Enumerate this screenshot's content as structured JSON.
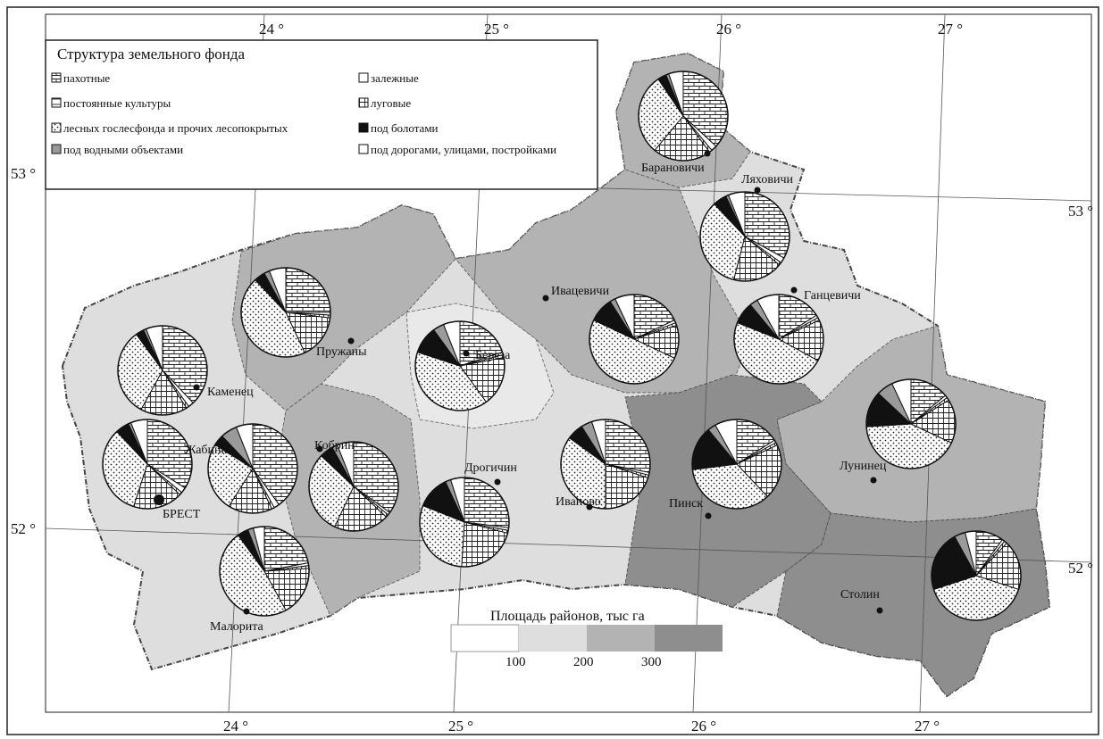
{
  "legend": {
    "title": "Структура земельного фонда",
    "categories": [
      {
        "key": "arable",
        "label": "пахотные",
        "pattern": "brick"
      },
      {
        "key": "fallow",
        "label": "залежные",
        "pattern": "white"
      },
      {
        "key": "permanent",
        "label": "постоянные культуры",
        "pattern": "hline"
      },
      {
        "key": "meadow",
        "label": "луговые",
        "pattern": "grid"
      },
      {
        "key": "forest",
        "label": "лесных гослесфонда и прочих лесопокрытых",
        "pattern": "dots"
      },
      {
        "key": "swamp",
        "label": "под болотами",
        "pattern": "black"
      },
      {
        "key": "water",
        "label": "под водными объектами",
        "pattern": "gray"
      },
      {
        "key": "roads",
        "label": "под дорогами, улицами, постройками",
        "pattern": "white"
      }
    ]
  },
  "degrees": {
    "top": [
      "24 °",
      "25 °",
      "26 °",
      "27 °"
    ],
    "bottom": [
      "24 °",
      "25 °",
      "26 °",
      "27 °"
    ],
    "left": [
      "53 °",
      "52 °"
    ],
    "right": [
      "53 °",
      "52 °"
    ]
  },
  "scale": {
    "title": "Площадь районов, тыс га",
    "ticks": [
      "100",
      "200",
      "300"
    ],
    "colors": [
      "#ffffff",
      "#dedede",
      "#b3b3b3",
      "#8e8e8e"
    ]
  },
  "cities": [
    {
      "name": "Барановичи"
    },
    {
      "name": "Ляховичи"
    },
    {
      "name": "Ганцевичи"
    },
    {
      "name": "Ивацевичи"
    },
    {
      "name": "Пружаны"
    },
    {
      "name": "Береза"
    },
    {
      "name": "Каменец"
    },
    {
      "name": "Жабинка"
    },
    {
      "name": "Кобрин"
    },
    {
      "name": "БРЕСТ"
    },
    {
      "name": "Дрогичин"
    },
    {
      "name": "Иваново"
    },
    {
      "name": "Пинск"
    },
    {
      "name": "Лунинец"
    },
    {
      "name": "Столин"
    },
    {
      "name": "Малорита"
    }
  ],
  "pies": [
    {
      "district": "Барановичи",
      "values": [
        35,
        2,
        1,
        20,
        28,
        3,
        1,
        5
      ]
    },
    {
      "district": "Ляховичи",
      "values": [
        33,
        2,
        1,
        18,
        34,
        5,
        1,
        6
      ]
    },
    {
      "district": "Ганцевичи",
      "values": [
        16,
        1,
        1,
        15,
        48,
        8,
        3,
        8
      ]
    },
    {
      "district": "Ивацевичи",
      "values": [
        18,
        1,
        1,
        12,
        50,
        9,
        2,
        7
      ]
    },
    {
      "district": "Пружаны",
      "values": [
        25,
        1,
        1,
        16,
        45,
        4,
        2,
        6
      ]
    },
    {
      "district": "Береза",
      "values": [
        20,
        1,
        1,
        18,
        40,
        10,
        4,
        6
      ]
    },
    {
      "district": "Каменец",
      "values": [
        38,
        2,
        1,
        17,
        32,
        3,
        1,
        6
      ]
    },
    {
      "district": "Жабинка",
      "values": [
        40,
        2,
        1,
        16,
        25,
        4,
        6,
        6
      ]
    },
    {
      "district": "Кобрин",
      "values": [
        35,
        1,
        1,
        20,
        30,
        5,
        2,
        6
      ]
    },
    {
      "district": "БРЕСТ",
      "values": [
        34,
        2,
        1,
        18,
        33,
        5,
        1,
        6
      ]
    },
    {
      "district": "Дрогичин",
      "values": [
        27,
        1,
        1,
        22,
        30,
        12,
        2,
        5
      ]
    },
    {
      "district": "Иваново",
      "values": [
        28,
        1,
        1,
        20,
        35,
        6,
        4,
        5
      ]
    },
    {
      "district": "Пинск",
      "values": [
        16,
        1,
        1,
        20,
        35,
        16,
        3,
        8
      ]
    },
    {
      "district": "Лунинец",
      "values": [
        14,
        1,
        1,
        16,
        42,
        13,
        6,
        7
      ]
    },
    {
      "district": "Столин",
      "values": [
        10,
        1,
        1,
        18,
        40,
        22,
        4,
        4
      ]
    },
    {
      "district": "Малорита",
      "values": [
        22,
        1,
        1,
        18,
        48,
        4,
        2,
        4
      ]
    }
  ]
}
